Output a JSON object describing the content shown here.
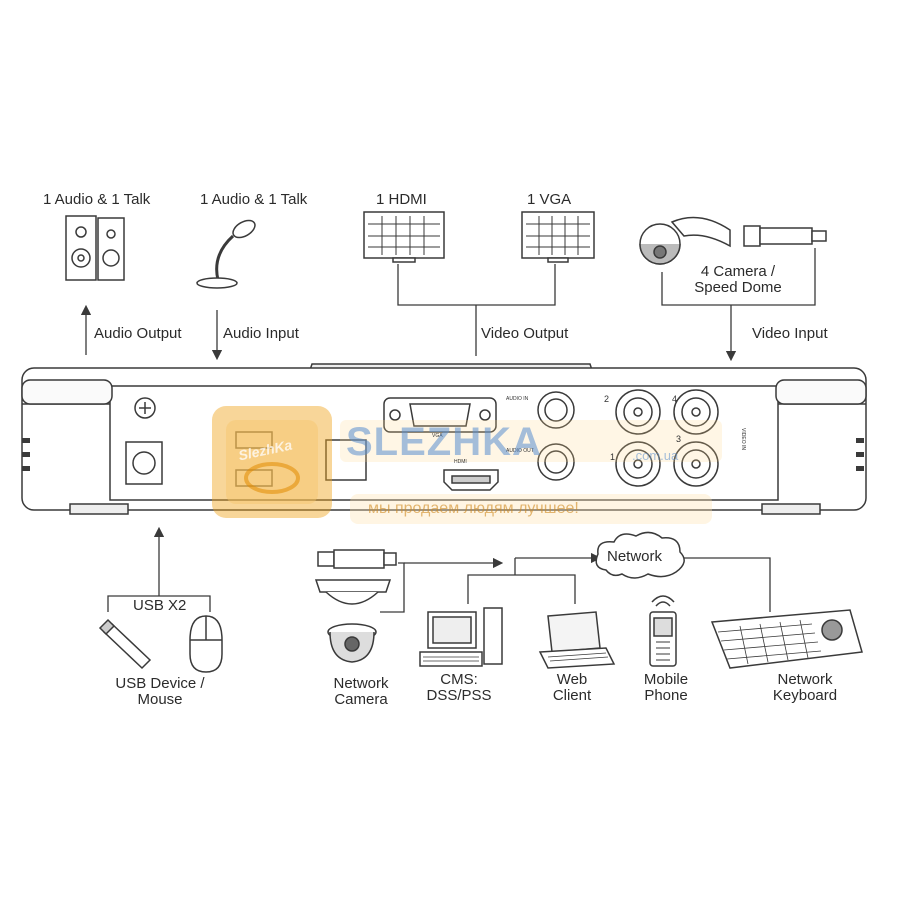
{
  "labels": {
    "speakers": "1 Audio  & 1 Talk",
    "microphone": "1 Audio & 1 Talk",
    "hdmi_monitor": "1 HDMI",
    "vga_monitor": "1 VGA",
    "camera": "4  Camera /\nSpeed Dome",
    "audio_output": "Audio  Output",
    "audio_input": "Audio  Input",
    "video_output": "Video Output",
    "video_input": "Video Input",
    "usb_x2": "USB X2",
    "usb_device": "USB Device /\nMouse",
    "network": "Network",
    "network_camera": "Network\nCamera",
    "cms": "CMS:\nDSS/PSS",
    "web_client": "Web\nClient",
    "mobile_phone": "Mobile\nPhone",
    "network_keyboard": "Network\nKeyboard"
  },
  "panel_text": {
    "vga": "VGA",
    "hdmi": "HDMI",
    "audio_in": "AUDIO IN",
    "audio_out": "AUDIO OUT",
    "video_in": "VIDEO IN",
    "ch1": "1",
    "ch2": "2",
    "ch3": "3",
    "ch4": "4"
  },
  "watermark": {
    "brand": "SLEZHKA",
    "domain": ".com.ua",
    "tagline": "мы продаем людям лучшее!",
    "logo_text": "SlezhKa"
  },
  "colors": {
    "line": "#3a3a3a",
    "text": "#2b2b2b",
    "watermark_orange": "#f0a41c",
    "watermark_blue": "#5a8fd0"
  }
}
